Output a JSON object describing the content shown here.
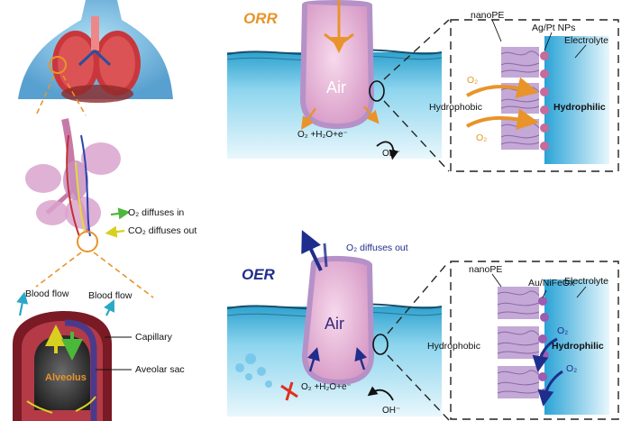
{
  "organ_panel": {
    "o2_in": "O₂ diffuses in",
    "co2_out": "CO₂ diffuses out",
    "blood_flow_left": "Blood flow",
    "blood_flow_right": "Blood flow",
    "capillary": "Capillary",
    "alveolus": "Alveolus",
    "sac": "Aveolar sac"
  },
  "orr_panel": {
    "title": "ORR",
    "air": "Air",
    "reaction": "O₂ +H₂O+e⁻",
    "product": "OH⁻",
    "nanope": "nanoPE",
    "nps": "Ag/Pt NPs",
    "electrolyte": "Electrolyte",
    "hydrophobic": "Hydrophobic",
    "hydrophilic": "Hydrophilic",
    "o2_a": "O₂",
    "o2_b": "O₂"
  },
  "oer_panel": {
    "title": "OER",
    "air": "Air",
    "o2_out": "O₂ diffuses out",
    "reaction": "O₂ +H₂O+e⁻",
    "product": "OH⁻",
    "nanope": "nanoPE",
    "catalyst": "Au/NiFeOx",
    "electrolyte": "Electrolyte",
    "hydrophobic": "Hydrophobic",
    "hydrophilic": "Hydrophilic",
    "o2_a": "O₂",
    "o2_b": "O₂"
  },
  "colors": {
    "orange": "#e8942a",
    "navy": "#1f2e8c",
    "water": "#7fcde8",
    "membrane": "#b591c8",
    "cell": "#e8b8d8"
  }
}
